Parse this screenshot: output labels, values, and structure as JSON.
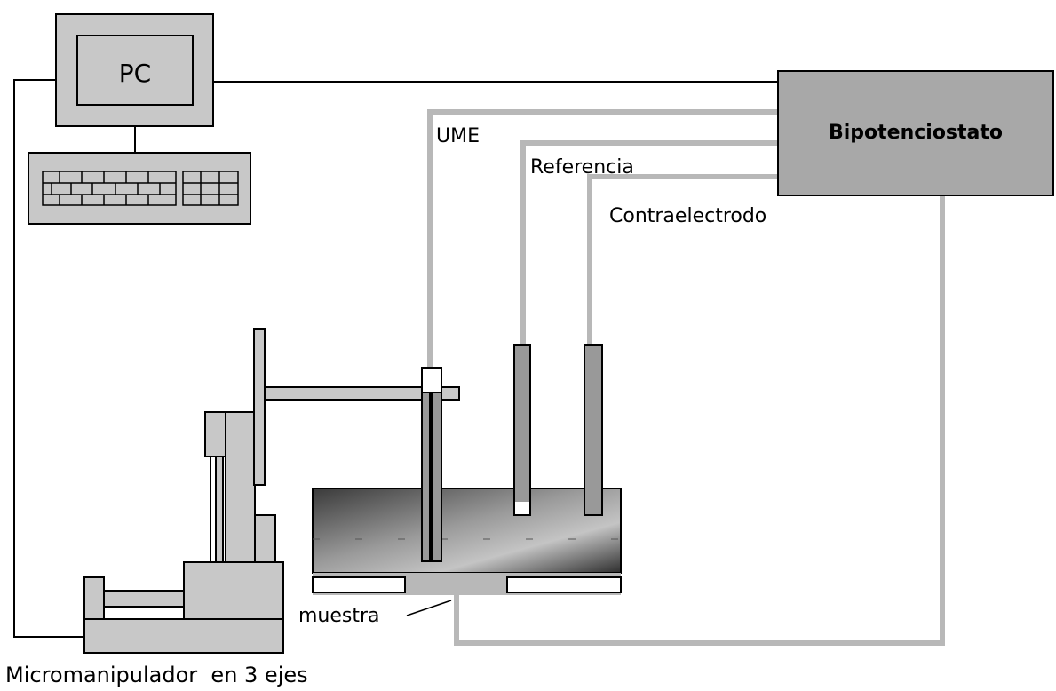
{
  "labels": {
    "pc": "PC",
    "bipotentiostat": "Bipotenciostato",
    "ume": "UME",
    "reference": "Referencia",
    "counter_electrode": "Contraelectrodo",
    "sample": "muestra",
    "micromanipulator": "Micromanipulador  en 3 ejes"
  },
  "colors": {
    "line_black": "#000000",
    "cable_gray": "#b8b8b8",
    "body_gray": "#c8c8c8",
    "box_gray": "#a8a8a8",
    "electrode_gray": "#999999"
  }
}
